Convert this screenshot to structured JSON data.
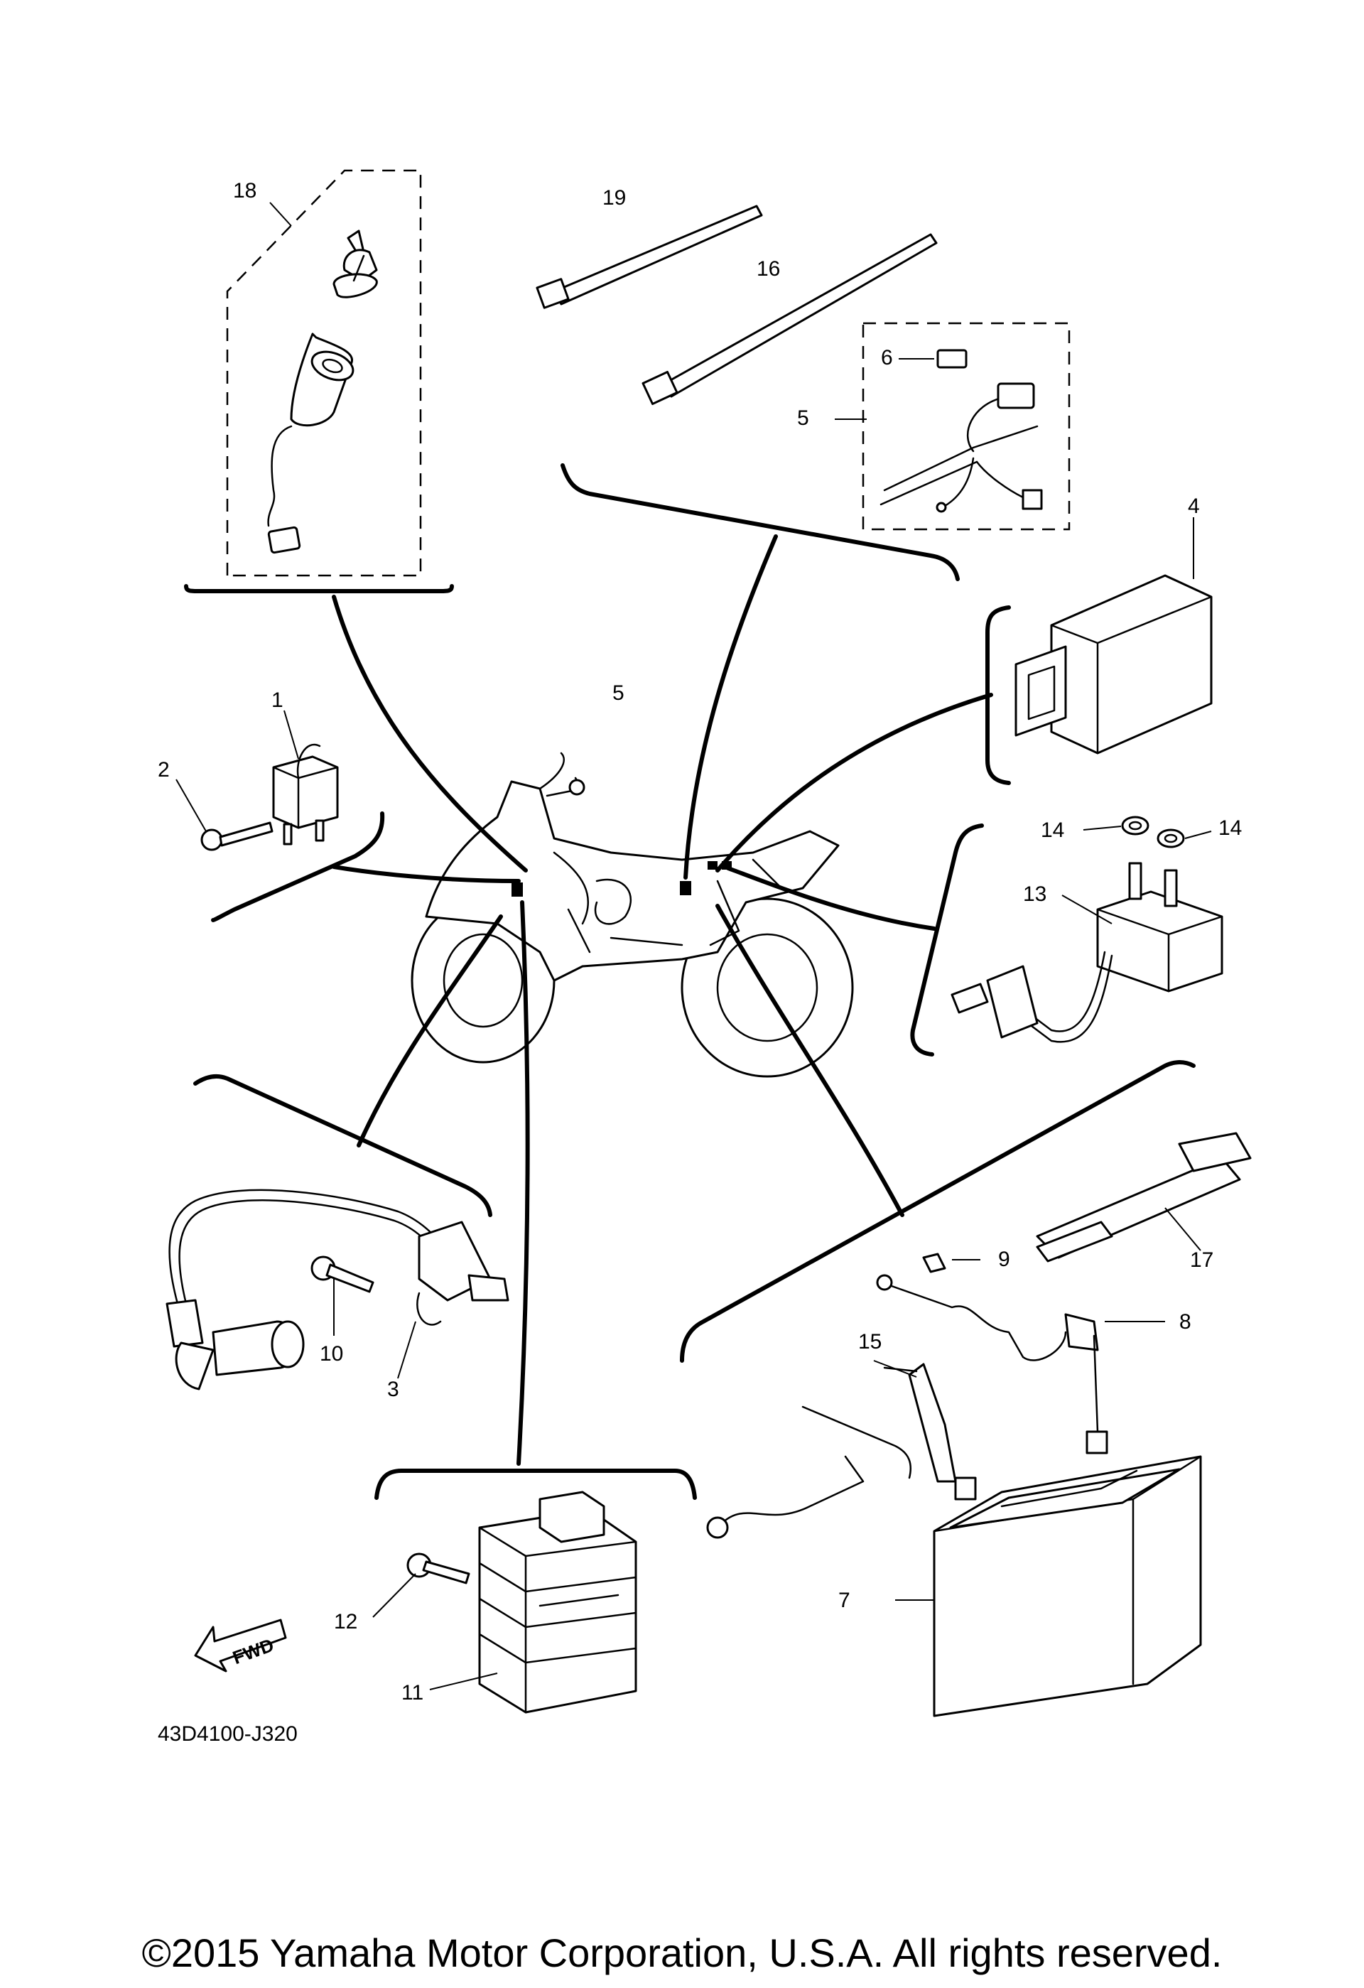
{
  "diagram": {
    "part_labels": [
      {
        "id": "1",
        "text": "1"
      },
      {
        "id": "2",
        "text": "2"
      },
      {
        "id": "3",
        "text": "3"
      },
      {
        "id": "4",
        "text": "4"
      },
      {
        "id": "5a",
        "text": "5"
      },
      {
        "id": "5b",
        "text": "5"
      },
      {
        "id": "6",
        "text": "6"
      },
      {
        "id": "7",
        "text": "7"
      },
      {
        "id": "8",
        "text": "8"
      },
      {
        "id": "9",
        "text": "9"
      },
      {
        "id": "10",
        "text": "10"
      },
      {
        "id": "11",
        "text": "11"
      },
      {
        "id": "12",
        "text": "12"
      },
      {
        "id": "13",
        "text": "13"
      },
      {
        "id": "14a",
        "text": "14"
      },
      {
        "id": "14b",
        "text": "14"
      },
      {
        "id": "15",
        "text": "15"
      },
      {
        "id": "16",
        "text": "16"
      },
      {
        "id": "17",
        "text": "17"
      },
      {
        "id": "18",
        "text": "18"
      },
      {
        "id": "19",
        "text": "19"
      }
    ],
    "fwd_arrow_label": "FWD",
    "diagram_code": "43D4100-J320",
    "copyright": "©2015 Yamaha Motor Corporation, U.S.A. All rights reserved."
  }
}
